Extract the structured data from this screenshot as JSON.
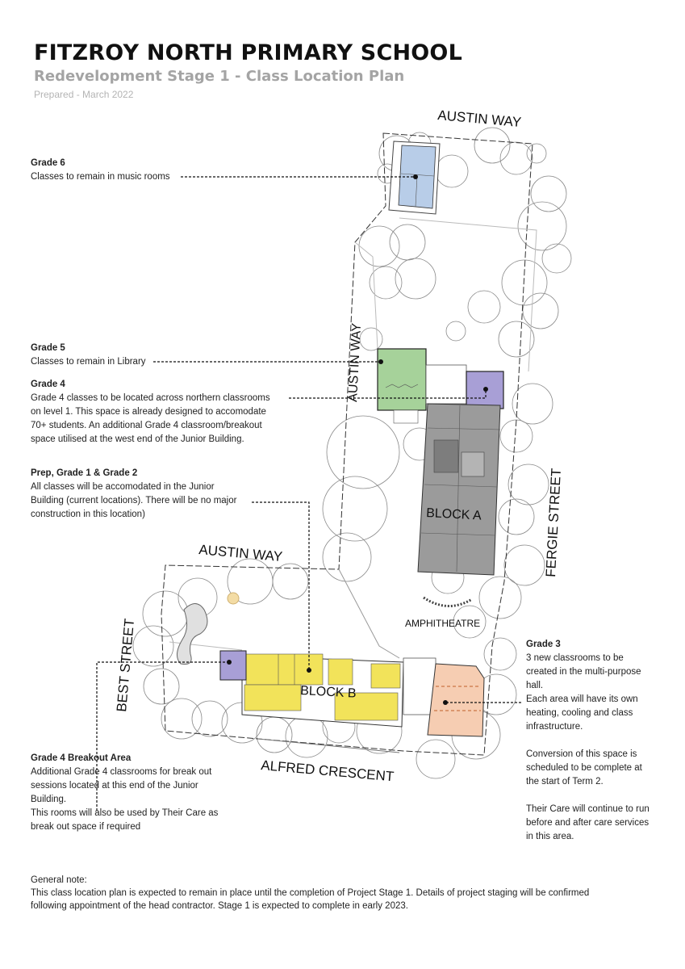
{
  "header": {
    "title": "FITZROY NORTH PRIMARY SCHOOL",
    "subtitle": "Redevelopment Stage 1 - Class Location Plan",
    "prepared": "Prepared - March 2022"
  },
  "notes": {
    "grade6": {
      "title": "Grade 6",
      "body": "Classes to remain in music rooms"
    },
    "grade5": {
      "title": "Grade 5",
      "body": "Classes to remain in Library"
    },
    "grade4": {
      "title": "Grade 4",
      "body": "Grade 4 classes to be located across northern classrooms\non level 1. This space is already designed to accomodate\n70+ students. An additional Grade 4 classroom/breakout\nspace utilised at the west end of the Junior Building."
    },
    "prep": {
      "title": "Prep, Grade 1 & Grade 2",
      "body": "All classes will be accomodated in the Junior\nBuilding (current locations). There will be no major\nconstruction in this location)"
    },
    "breakout": {
      "title": "Grade 4 Breakout Area",
      "body": "Additional Grade 4 classrooms for break out\nsessions located at this end of the Junior\nBuilding.\nThis rooms will also be used by Their Care as\nbreak out space if required"
    },
    "grade3": {
      "title": "Grade 3",
      "body": "3 new classrooms to be\ncreated in the multi-purpose\nhall.\nEach area will have its own\nheating, cooling and class\ninfrastructure.\n\nConversion of this space is\nscheduled to be complete at\nthe start of Term 2.\n\nTheir Care will continue to run\nbefore and after care services\nin this area."
    }
  },
  "map_labels": {
    "austin_way_top": "AUSTIN WAY",
    "austin_way_vertical": "AUSTIN WAY",
    "austin_way_left": "AUSTIN WAY",
    "fergie_street": "FERGIE STREET",
    "best_street": "BEST STREET",
    "alfred_crescent": "ALFRED CRESCENT",
    "block_a": "BLOCK A",
    "block_b": "BLOCK B",
    "amphitheatre": "AMPHITHEATRE"
  },
  "general": {
    "heading": "General note:",
    "body": "This class location plan is expected to remain in place until the completion of Project Stage 1.  Details of project staging will be confirmed\nfollowing appointment of the head contractor.  Stage 1 is expected to complete in early 2023."
  },
  "colors": {
    "grade6": "#b8cde8",
    "grade5": "#a6d29a",
    "grade4": "#a89fd6",
    "prep": "#f2e35a",
    "grade3": "#f6cdb2",
    "block_a": "#9b9b9b"
  }
}
